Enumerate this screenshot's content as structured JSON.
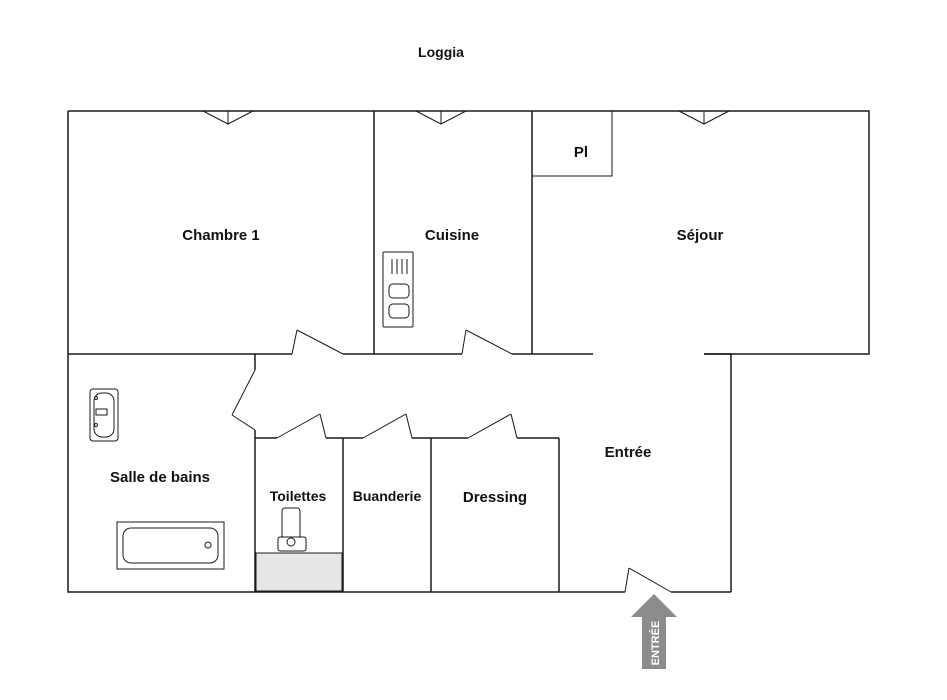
{
  "outside": {
    "loggia": "Loggia"
  },
  "rooms": {
    "chambre": "Chambre 1",
    "cuisine": "Cuisine",
    "placard": "Pl",
    "sejour": "Séjour",
    "salle_de_bains": "Salle de bains",
    "entree": "Entrée",
    "toilettes": "Toilettes",
    "buanderie": "Buanderie",
    "dressing": "Dressing"
  },
  "entrance_arrow": {
    "label": "ENTRÉE",
    "color": "#8c8c8c"
  },
  "colors": {
    "wall": "#1a1a1a",
    "toilet_floor": "#e6e6e6"
  }
}
